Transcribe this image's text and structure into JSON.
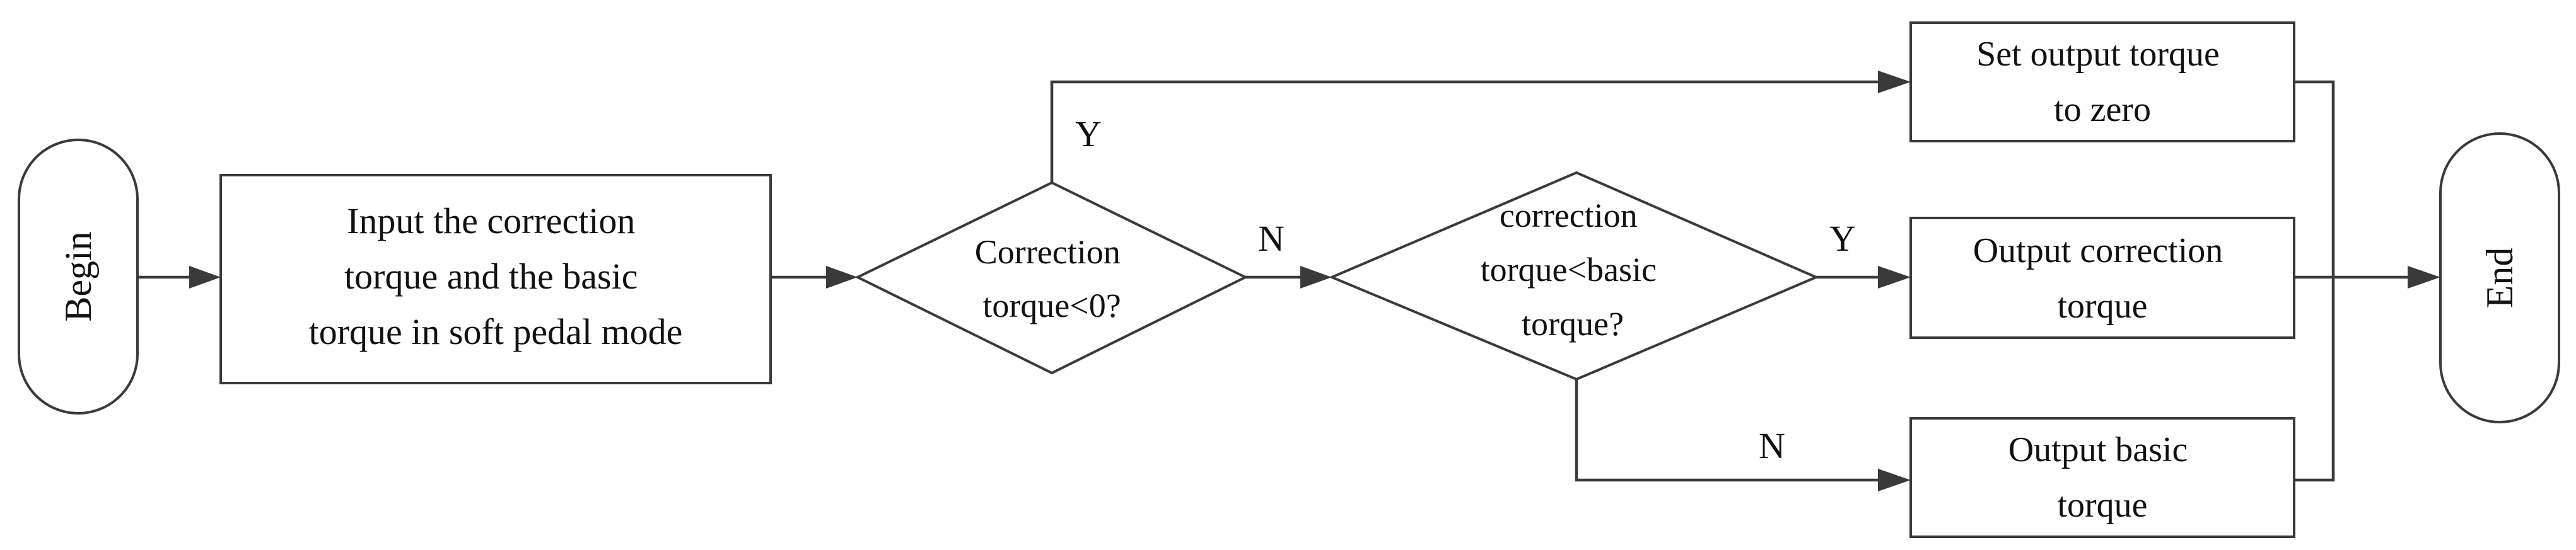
{
  "colors": {
    "stroke": "#3a3a3a",
    "text": "#111111",
    "background": "#ffffff"
  },
  "nodes": {
    "begin": {
      "label": "Begin"
    },
    "input": {
      "lines": [
        "Input the correction",
        "torque and the basic",
        "torque in soft pedal mode"
      ]
    },
    "decision1": {
      "lines": [
        "Correction",
        "torque<0?"
      ]
    },
    "decision2": {
      "lines": [
        "correction",
        "torque<basic",
        "torque?"
      ]
    },
    "set_zero": {
      "lines": [
        "Set output torque",
        "to zero"
      ]
    },
    "output_correction": {
      "lines": [
        "Output correction",
        "torque"
      ]
    },
    "output_basic": {
      "lines": [
        "Output basic",
        "torque"
      ]
    },
    "end": {
      "label": "End"
    }
  },
  "edge_labels": {
    "d1_yes": "Y",
    "d1_no": "N",
    "d2_yes": "Y",
    "d2_no": "N"
  }
}
